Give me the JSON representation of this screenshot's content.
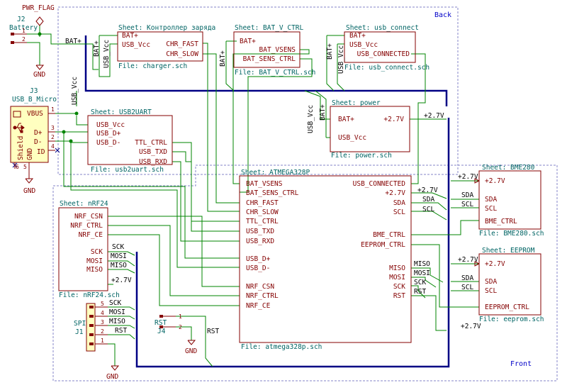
{
  "colors": {
    "sheet": "#840000",
    "sheet_title": "#006464",
    "label": "#000000",
    "wire": "#008400",
    "bus": "#000084",
    "power": "#840000",
    "region": "#8484c8",
    "region_label": "#0000c8",
    "connector_fill": "#ffffc0"
  },
  "regions": {
    "back": "Back",
    "front": "Front"
  },
  "pwr_flag": "PWR_FLAG",
  "sheets": {
    "charger": {
      "title": "Sheet: Контроллер заряда",
      "file": "File: charger.sch",
      "pins_left": [
        "BAT+",
        "USB_Vcc"
      ],
      "pins_right": [
        "CHR_FAST",
        "CHR_SLOW"
      ]
    },
    "bat_v": {
      "title": "Sheet: BAT_V_CTRL",
      "file": "File: BAT_V_CTRL.sch",
      "pins_left": [
        "BAT+"
      ],
      "pins_right": [
        "BAT_VSENS",
        "BAT_SENS_CTRL"
      ]
    },
    "usb_connect": {
      "title": "Sheet: usb_connect",
      "file": "File: usb_connect.sch",
      "pins_left": [
        "BAT+",
        "USB_Vcc"
      ],
      "pins_right": [
        "USB_CONNECTED"
      ]
    },
    "power": {
      "title": "Sheet: power",
      "file": "File: power.sch",
      "pins_left": [
        "BAT+",
        "USB_Vcc"
      ],
      "pins_right": [
        "+2.7V"
      ]
    },
    "usb2uart": {
      "title": "Sheet: USB2UART",
      "file": "File: usb2uart.sch",
      "pins_left": [
        "USB_Vcc",
        "USB_D+",
        "USB_D-"
      ],
      "pins_right": [
        "TTL_CTRL",
        "USB_TXD",
        "USB_RXD"
      ]
    },
    "atmega": {
      "title": "Sheet: ATMEGA328P",
      "file": "File: atmega328p.sch",
      "pins_left": [
        "BAT_VSENS",
        "BAT_SENS_CTRL",
        "CHR_FAST",
        "CHR_SLOW",
        "TTL_CTRL",
        "USB_TXD",
        "USB_RXD",
        "USB_D+",
        "USB_D-",
        "NRF_CSN",
        "NRF_CTRL",
        "NRF_CE"
      ],
      "pins_right": [
        "USB_CONNECTED",
        "+2.7V",
        "SDA",
        "SCL",
        "BME_CTRL",
        "EEPROM_CTRL",
        "MISO",
        "MOSI",
        "SCK",
        "RST"
      ]
    },
    "nrf24": {
      "title": "Sheet: nRF24",
      "file": "File: nRF24.sch",
      "pins_right": [
        "NRF_CSN",
        "NRF_CTRL",
        "NRF_CE",
        "SCK",
        "MOSI",
        "MISO",
        "+2.7V"
      ]
    },
    "bme280": {
      "title": "Sheet: BME280",
      "file": "File: BME280.sch",
      "pins_left": [
        "+2.7V",
        "SDA",
        "SCL",
        "BME_CTRL"
      ]
    },
    "eeprom": {
      "title": "Sheet: EEPROM",
      "file": "File: eeprom.sch",
      "pins_left": [
        "+2.7V",
        "SDA",
        "SCL",
        "EEPROM_CTRL"
      ]
    }
  },
  "components": {
    "j2": {
      "ref": "J2",
      "value": "Battery",
      "pin1": "1",
      "pin2": "2"
    },
    "j3": {
      "ref": "J3",
      "value": "USB_B_Micro",
      "pins": [
        "VBUS",
        "D+",
        "D-",
        "ID"
      ],
      "pin_nums": [
        "1",
        "3",
        "2",
        "4"
      ],
      "shield": "Shield",
      "gnd_label": "GND",
      "pin6": "6",
      "pin5": "5"
    },
    "j1": {
      "ref": "J1",
      "value": "SPI",
      "pin_nums": [
        "5",
        "4",
        "3",
        "2",
        "1"
      ],
      "nets": [
        "SCK",
        "MOSI",
        "MISO",
        "RST"
      ]
    },
    "j4": {
      "ref": "J4",
      "value": "RST",
      "pin1": "1",
      "pin2": "2"
    }
  },
  "labels": {
    "gnd": "GND",
    "bat_plus": "BAT+",
    "usb_vcc": "USB_Vcc",
    "v27": "+2.7V",
    "sck": "SCK",
    "mosi": "MOSI",
    "miso": "MISO",
    "rst": "RST",
    "sda": "SDA",
    "scl": "SCL"
  }
}
